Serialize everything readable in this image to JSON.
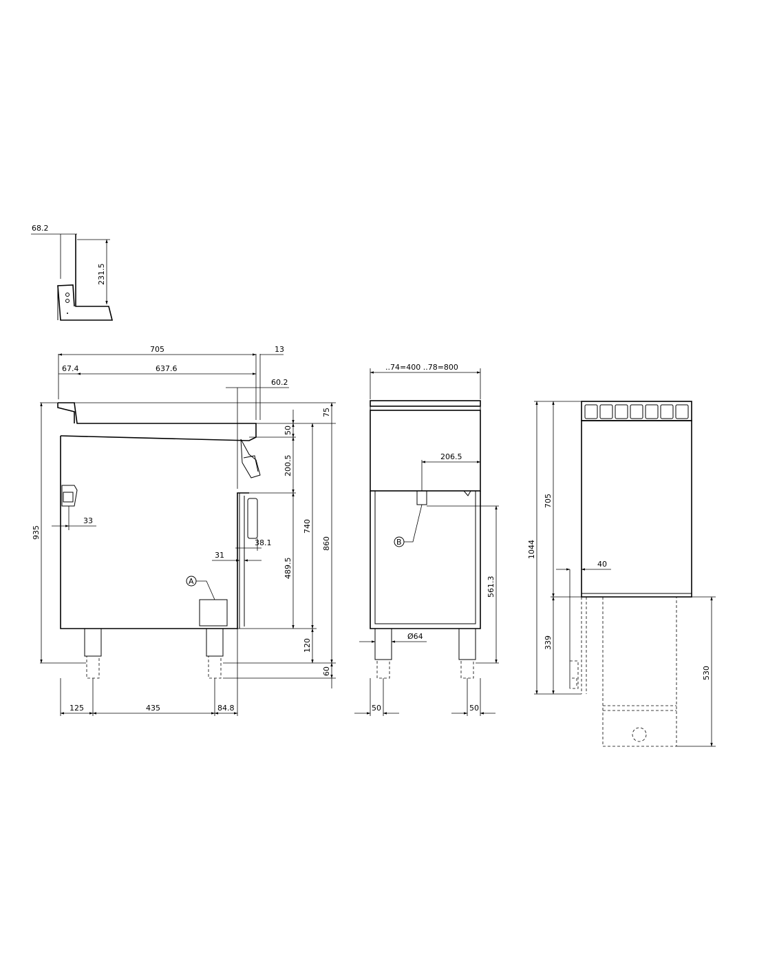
{
  "detail_view": {
    "dims": {
      "offset": "68.2",
      "height": "231.5"
    }
  },
  "side_view": {
    "dims": {
      "overall_depth": "705",
      "rim": "13",
      "front_edge": "67.4",
      "inner_depth": "637.6",
      "tap_offset": "60.2",
      "top_band": "75",
      "band_50": "50",
      "band_200_5": "200.5",
      "drawer_height": "489.5",
      "inner_740": "740",
      "body_860": "860",
      "overall_935": "935",
      "feet_120": "120",
      "adjust_60": "60",
      "handle_33": "33",
      "door_31": "31",
      "door_38_1": "38.1",
      "leg_front_125": "125",
      "leg_span_435": "435",
      "leg_rear_84_8": "84.8"
    },
    "callout": "A"
  },
  "front_view": {
    "dims": {
      "width_label": "..74=400  ..78=800",
      "outlet_206_5": "206.5",
      "outlet_height_561_3": "561.3",
      "leg_diameter": "Ø64",
      "left_50": "50",
      "right_50": "50"
    },
    "callout": "B"
  },
  "plan_view": {
    "dims": {
      "overall_1044": "1044",
      "body_705": "705",
      "drain_40": "40",
      "lower_339": "339",
      "total_530": "530"
    }
  }
}
